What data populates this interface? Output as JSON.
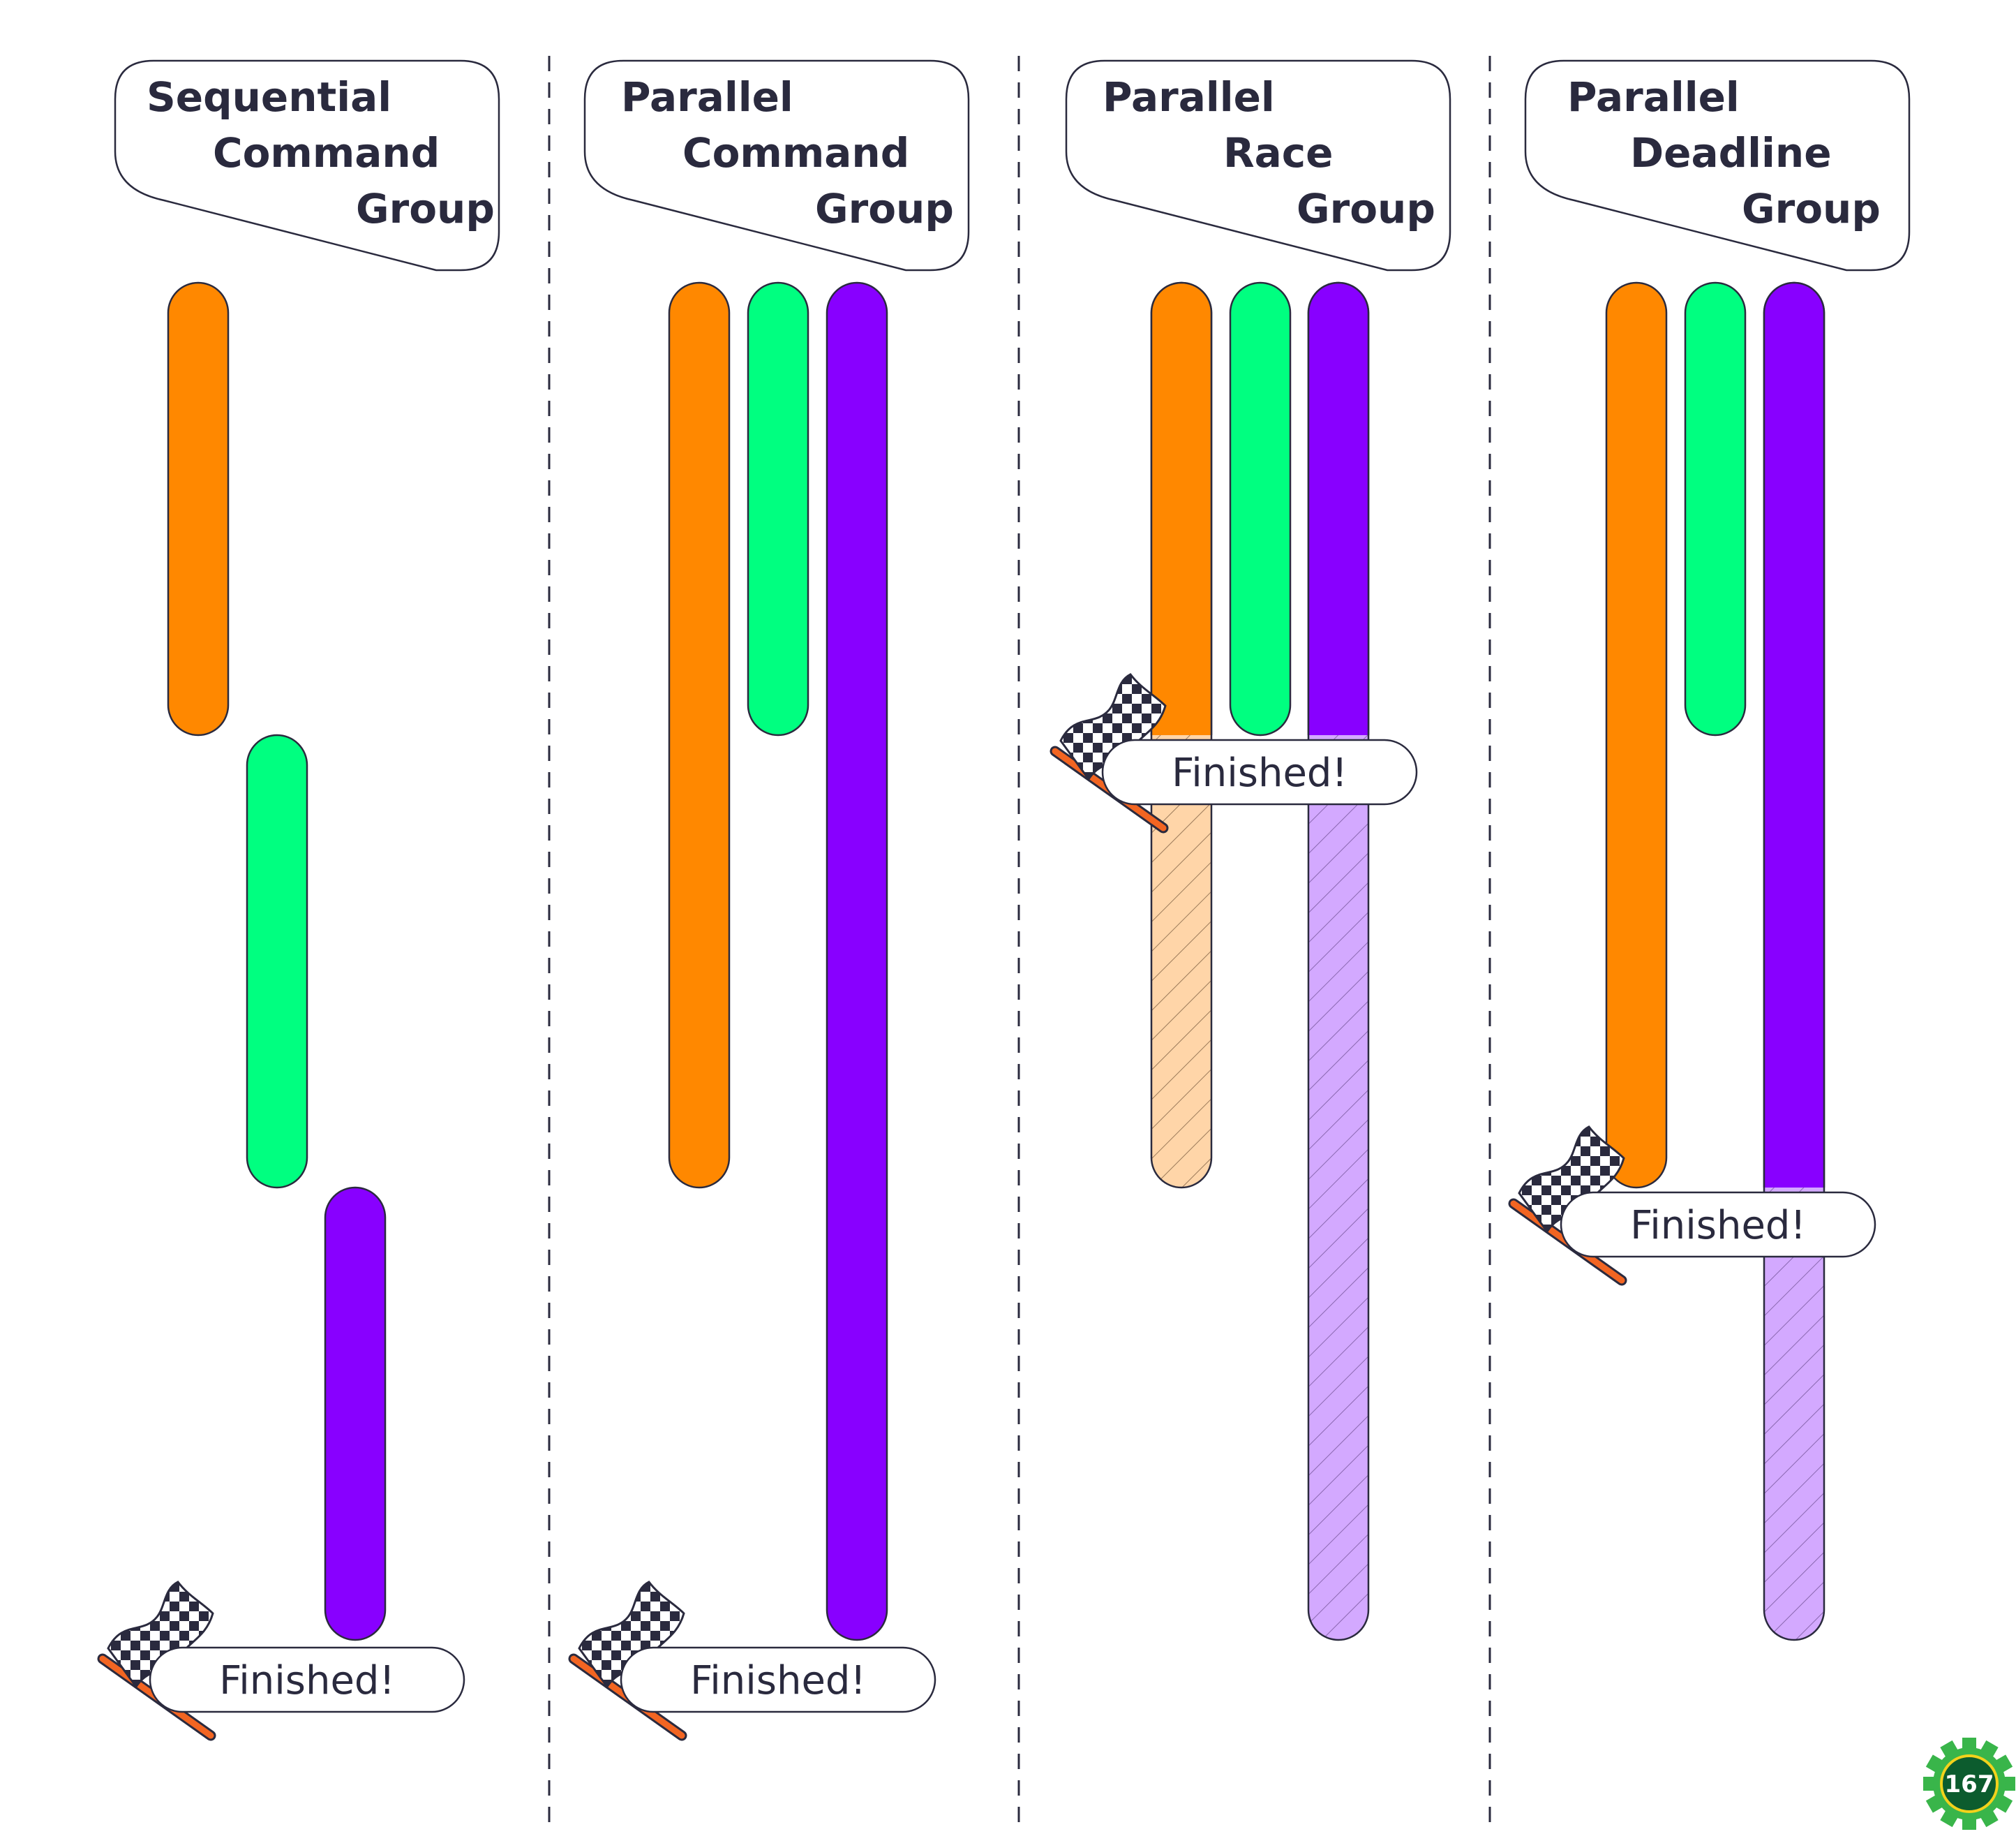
{
  "colors": {
    "orange": "#ff8800",
    "green": "#00ff80",
    "purple": "#8800ff",
    "orange_faded": "#ffd5a8",
    "purple_faded": "#d3a9ff",
    "outline": "#2a2a3e",
    "flag_pole": "#f26522",
    "logo_gear": "#39b54a",
    "logo_inner": "#0c5c2e",
    "logo_ring": "#f2d21b"
  },
  "panels": [
    {
      "title_lines": [
        "Sequential",
        "Command",
        "Group"
      ],
      "finished_label": "Finished!",
      "commands": [
        {
          "color": "orange",
          "start": 0,
          "end": 1,
          "ran_until": 1
        },
        {
          "color": "green",
          "start": 1,
          "end": 2,
          "ran_until": 2
        },
        {
          "color": "purple",
          "start": 2,
          "end": 3,
          "ran_until": 3
        }
      ],
      "finish_time": 3
    },
    {
      "title_lines": [
        "Parallel",
        "Command",
        "Group"
      ],
      "finished_label": "Finished!",
      "commands": [
        {
          "color": "orange",
          "start": 0,
          "end": 2,
          "ran_until": 2
        },
        {
          "color": "green",
          "start": 0,
          "end": 1,
          "ran_until": 1
        },
        {
          "color": "purple",
          "start": 0,
          "end": 3,
          "ran_until": 3
        }
      ],
      "finish_time": 3
    },
    {
      "title_lines": [
        "Parallel",
        "Race",
        "Group"
      ],
      "finished_label": "Finished!",
      "commands": [
        {
          "color": "orange",
          "start": 0,
          "end": 2,
          "ran_until": 1
        },
        {
          "color": "green",
          "start": 0,
          "end": 1,
          "ran_until": 1
        },
        {
          "color": "purple",
          "start": 0,
          "end": 3,
          "ran_until": 1
        }
      ],
      "finish_time": 1
    },
    {
      "title_lines": [
        "Parallel",
        "Deadline",
        "Group"
      ],
      "finished_label": "Finished!",
      "commands": [
        {
          "color": "orange",
          "start": 0,
          "end": 2,
          "ran_until": 2
        },
        {
          "color": "green",
          "start": 0,
          "end": 1,
          "ran_until": 1
        },
        {
          "color": "purple",
          "start": 0,
          "end": 3,
          "ran_until": 2
        }
      ],
      "finish_time": 2
    }
  ],
  "logo": {
    "number": "167"
  }
}
